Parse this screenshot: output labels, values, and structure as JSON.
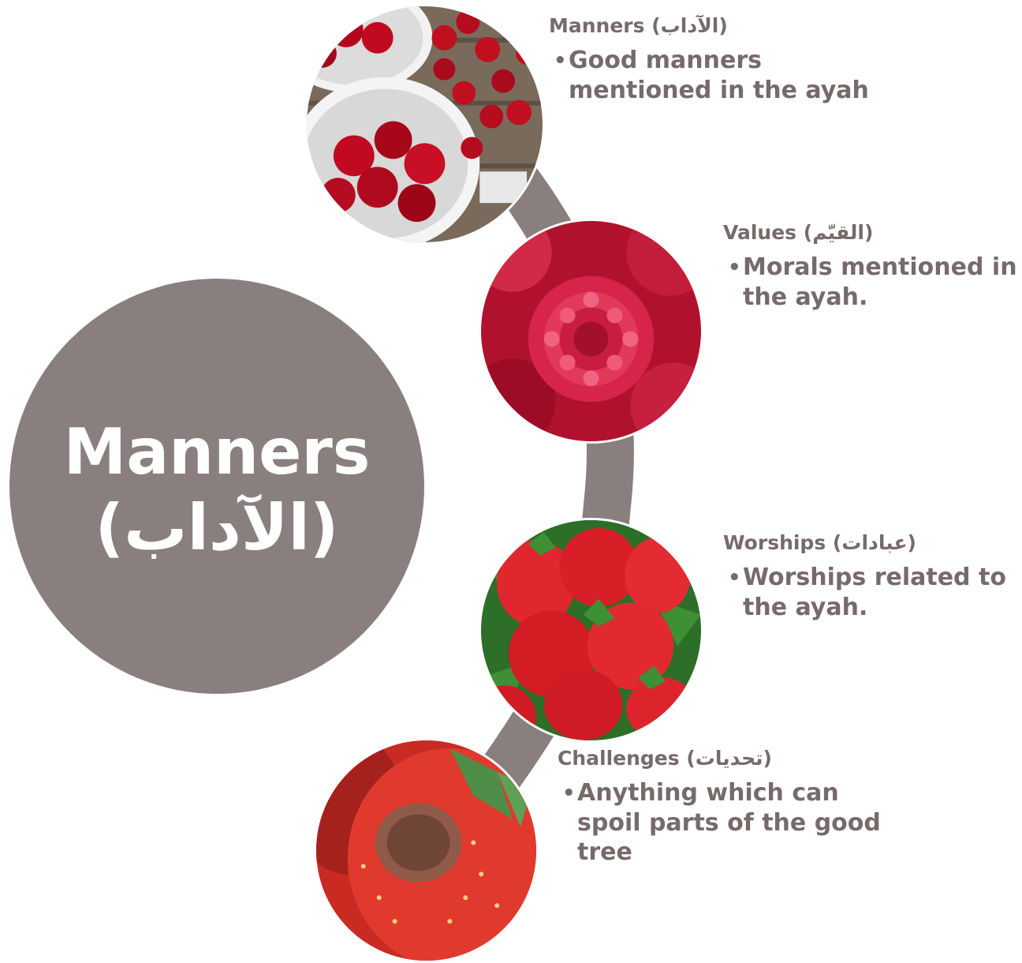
{
  "colors": {
    "circle": "#8a7f7f",
    "connector": "#8a7f7f",
    "text": "#776a6a",
    "center_text": "#ffffff"
  },
  "center": {
    "title": "Manners",
    "subtitle": "(الآداب)"
  },
  "items": [
    {
      "title": "Manners (الآداب)",
      "bullet": "Good manners mentioned in the ayah",
      "image_icon": "cherries-photo"
    },
    {
      "title": "Values (القيّم)",
      "bullet": "Morals mentioned in the ayah.",
      "image_icon": "raspberries-photo"
    },
    {
      "title": "Worships (عبادات)",
      "bullet": "Worships related to the ayah.",
      "image_icon": "strawberries-photo"
    },
    {
      "title": "Challenges (تحديات)",
      "bullet": "Anything which can spoil parts of the good tree",
      "image_icon": "spoiled-strawberry-photo"
    }
  ]
}
